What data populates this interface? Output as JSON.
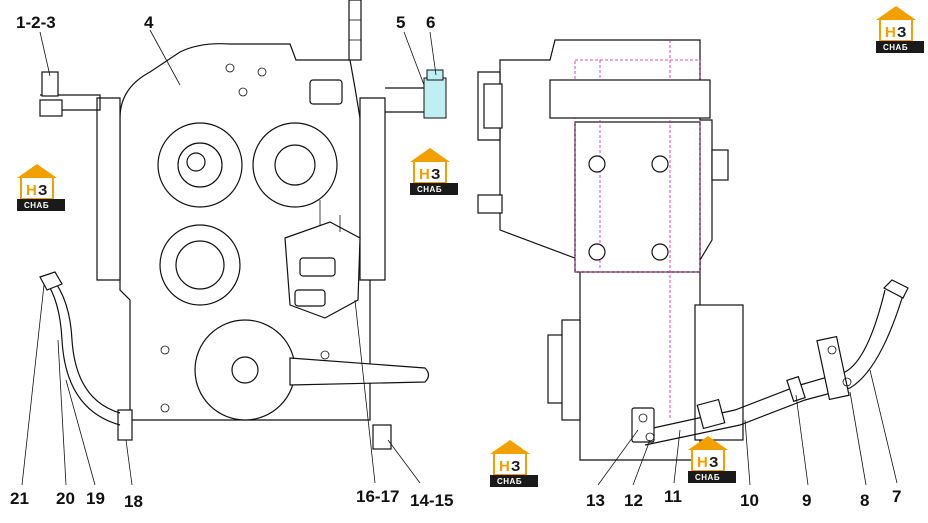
{
  "logo": {
    "letters_h": "Н",
    "letters_z": "З",
    "word": "СНАБ",
    "orange": "#f2a000",
    "dark": "#1a1a1a"
  },
  "colors": {
    "line": "#111111",
    "hidden_line": "#d21aa8",
    "highlight": "#bfeff2"
  },
  "labels": {
    "l123": "1-2-3",
    "l4": "4",
    "l5": "5",
    "l6": "6",
    "l7": "7",
    "l8": "8",
    "l9": "9",
    "l10": "10",
    "l11": "11",
    "l12": "12",
    "l13": "13",
    "l1415": "14-15",
    "l1617": "16-17",
    "l18": "18",
    "l19": "19",
    "l20": "20",
    "l21": "21"
  }
}
